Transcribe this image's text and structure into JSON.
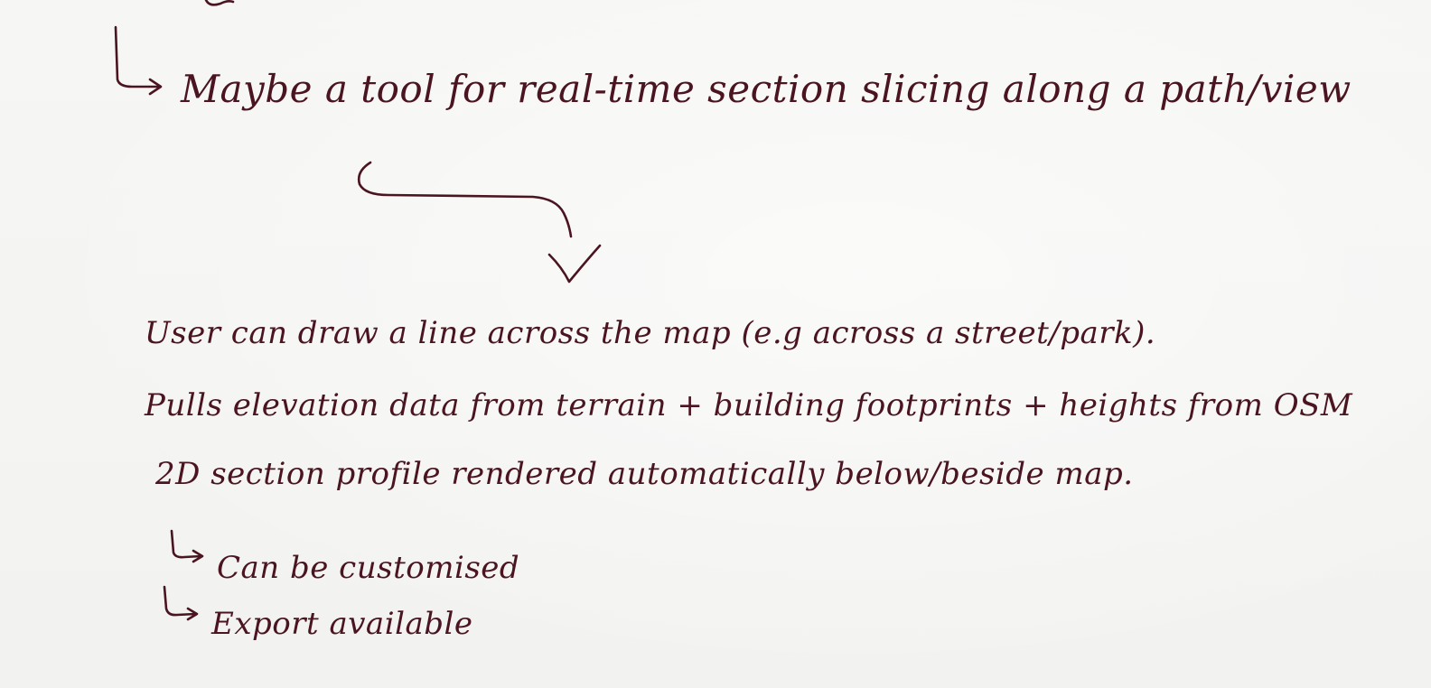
{
  "note": {
    "line_1": "Maybe a tool for real-time section slicing along a path/view",
    "line_2": "User can draw a line across the map (e.g across a street/park).",
    "line_3": "Pulls elevation data from terrain + building footprints + heights from OSM",
    "line_4": "2D section profile rendered automatically below/beside map.",
    "line_5": "Can be customised",
    "line_6": "Export available"
  },
  "ink_color": "#4a1420",
  "paper_color": "#f4f4f2"
}
